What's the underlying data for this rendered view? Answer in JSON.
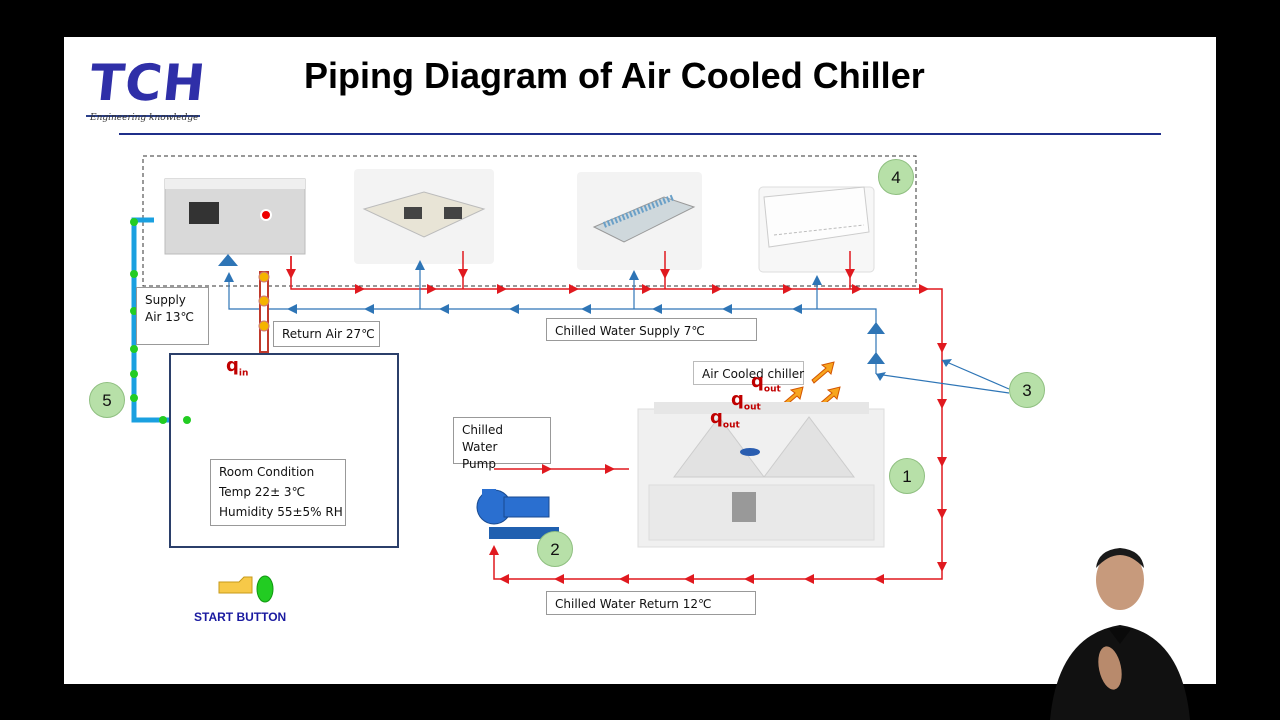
{
  "logo": {
    "text": "TCH",
    "tagline": "Engineering knowledge"
  },
  "title": "Piping Diagram of Air Cooled Chiller",
  "labels": {
    "supply_air": "Supply\nAir 13℃",
    "return_air": "Return Air 27℃",
    "chilled_water_supply": "Chilled Water Supply  7℃",
    "air_cooled_chiller": "Air Cooled chiller",
    "chilled_water_pump": "Chilled Water\nPump",
    "chilled_water_return": "Chilled Water Return 12℃",
    "room_condition_title": "Room Condition",
    "room_temp": "Temp 22± 3℃",
    "room_humidity": "Humidity 55±5% RH",
    "start_button": "START BUTTON"
  },
  "heat": {
    "q": "q",
    "in": "in",
    "out": "out"
  },
  "badges": [
    "1",
    "2",
    "3",
    "4",
    "5"
  ],
  "colors": {
    "supply_pipe": "#2e75b6",
    "return_pipe": "#e0191f",
    "air_duct": "#1aa0e0",
    "badge": "#b7e0a8",
    "logo": "#2f2fa8"
  }
}
